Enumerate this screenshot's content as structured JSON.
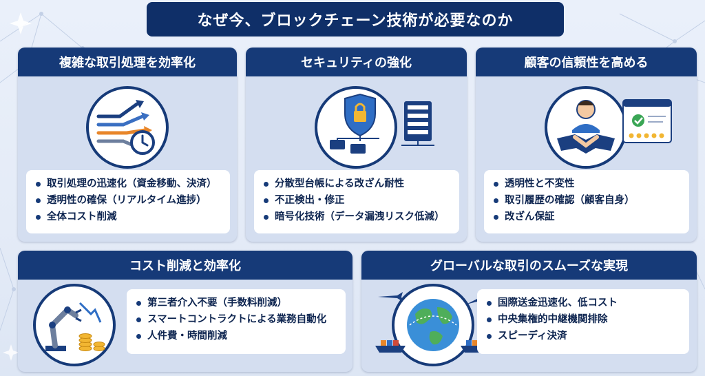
{
  "title": "なぜ今、ブロックチェーン技術が必要なのか",
  "panels": [
    {
      "heading": "複雑な取引処理を効率化",
      "icon": "arrows-clock-icon",
      "bullets": [
        "取引処理の迅速化（資金移動、決済）",
        "透明性の確保（リアルタイム進捗）",
        "全体コスト削減"
      ]
    },
    {
      "heading": "セキュリティの強化",
      "icon": "shield-lock-server-icon",
      "bullets": [
        "分散型台帳による改ざん耐性",
        "不正検出・修正",
        "暗号化技術（データ漏洩リスク低減）"
      ]
    },
    {
      "heading": "顧客の信頼性を高める",
      "icon": "handshake-rating-icon",
      "bullets": [
        "透明性と不変性",
        "取引履歴の確認（顧客自身）",
        "改ざん保証"
      ]
    },
    {
      "heading": "コスト削減と効率化",
      "icon": "robot-arm-coins-icon",
      "bullets": [
        "第三者介入不要（手数料削減）",
        "スマートコントラクトによる業務自動化",
        "人件費・時間削減"
      ]
    },
    {
      "heading": "グローバルな取引のスムーズな実現",
      "icon": "globe-transport-icon",
      "bullets": [
        "国際送金迅速化、低コスト",
        "中央集権的中継機関排除",
        "スピーディ決済"
      ]
    }
  ]
}
